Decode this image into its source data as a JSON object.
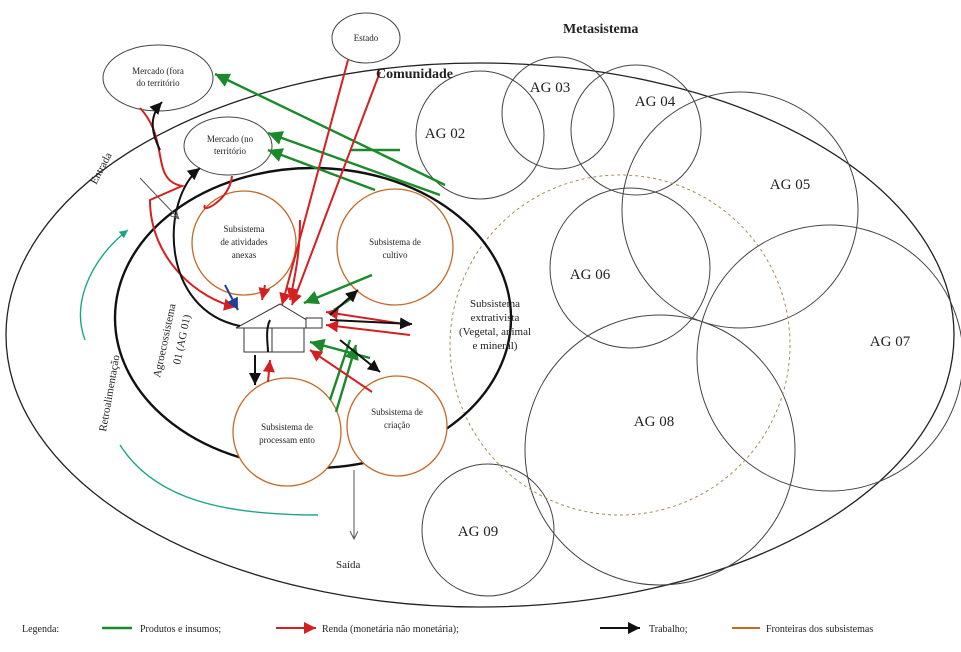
{
  "labels": {
    "metasistema": "Metasistema",
    "comunidade": "Comunidade",
    "estado": "Estado",
    "mercado_fora_l1": "Mercado (fora",
    "mercado_fora_l2": "do território",
    "mercado_no_l1": "Mercado (no",
    "mercado_no_l2": "território",
    "entrada": "Entrada",
    "saida": "Saída",
    "retroalimentacao": "Retroalimentação",
    "agro_l1": "Agroecossistema",
    "agro_l2": "01 (AG 01)"
  },
  "subsystems": {
    "atividades": [
      "Subsistema",
      "de atividades",
      "anexas"
    ],
    "cultivo": [
      "Subsistema de",
      "cultivo"
    ],
    "processamento": [
      "Subsistema de",
      "processam ento"
    ],
    "criacao": [
      "Subsistema de",
      "criação"
    ],
    "extrativista": [
      "Subsistema",
      "extrativista",
      "(Vegetal, animal",
      "e mineral)"
    ]
  },
  "agroecosystems": {
    "ag02": "AG 02",
    "ag03": "AG 03",
    "ag04": "AG 04",
    "ag05": "AG 05",
    "ag06": "AG 06",
    "ag07": "AG 07",
    "ag08": "AG 08",
    "ag09": "AG 09"
  },
  "legend": {
    "title": "Legenda:",
    "produtos": "Produtos e insumos;",
    "renda": "Renda (monetária não monetária);",
    "trabalho": "Trabalho;",
    "fronteiras": "Fronteiras dos subsistemas"
  },
  "colors": {
    "green": "#1a8a2a",
    "red": "#d42020",
    "black": "#111111",
    "brown": "#c46a28",
    "teal": "#1aa58a",
    "blue": "#1f3f9a",
    "gray": "#555555"
  }
}
